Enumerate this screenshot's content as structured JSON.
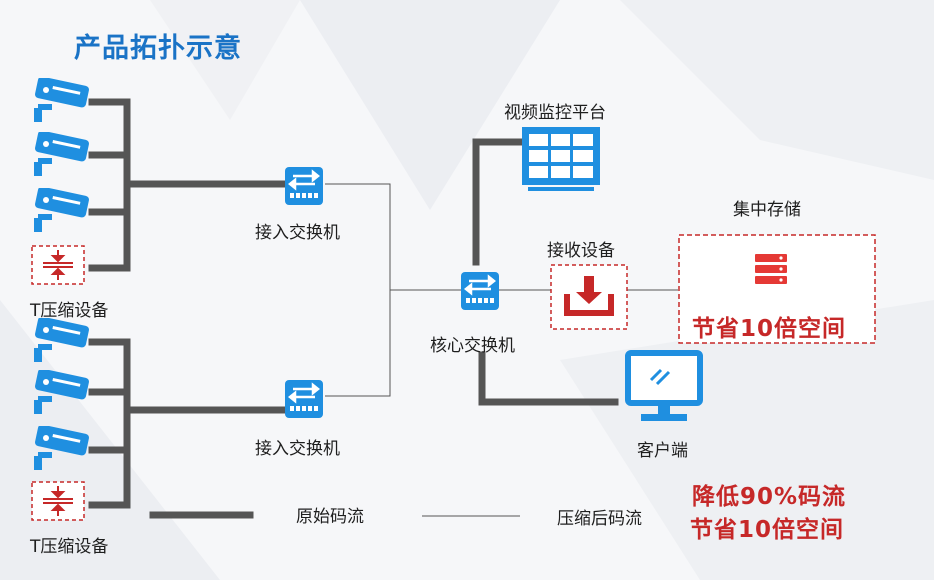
{
  "title": "产品拓扑示意",
  "labels": {
    "access_switch_1": "接入交换机",
    "access_switch_2": "接入交换机",
    "compress_device_1": "T压缩设备",
    "compress_device_2": "T压缩设备",
    "core_switch": "核心交换机",
    "video_platform": "视频监控平台",
    "receive_device": "接收设备",
    "central_storage": "集中存储",
    "client": "客户端"
  },
  "storage_note": "节省10倍空间",
  "legend": {
    "original_stream": "原始码流",
    "compressed_stream": "压缩后码流"
  },
  "benefits": {
    "line1": "降低90%码流",
    "line2": "节省10倍空间"
  },
  "colors": {
    "accent_blue": "#1a73c6",
    "icon_blue": "#1f8fe0",
    "highlight_red": "#c62828",
    "thick_line": "#555555"
  },
  "icons": {
    "camera": "surveillance-camera-icon",
    "compress": "compress-arrows-icon",
    "switch": "network-switch-icon",
    "monitor_grid": "video-wall-icon",
    "download": "download-tray-icon",
    "server": "server-stack-icon",
    "client": "desktop-monitor-icon"
  }
}
